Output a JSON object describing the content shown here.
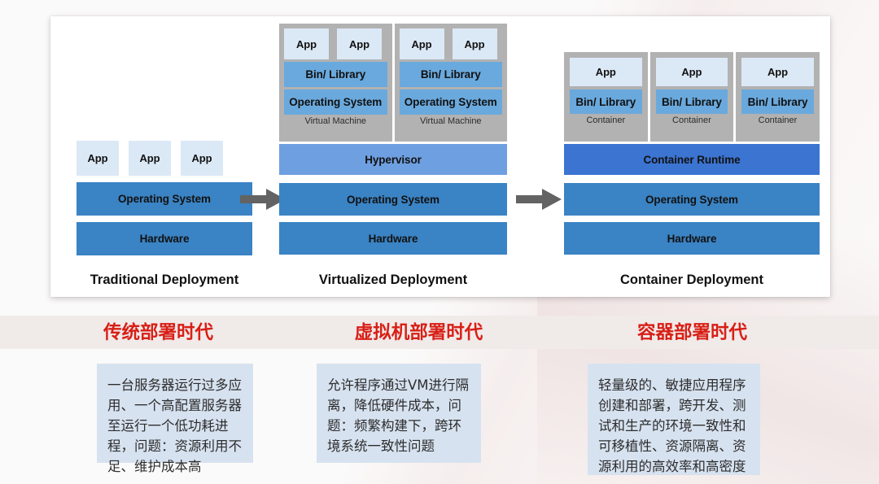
{
  "slide": {
    "background_color": "#fbfafa",
    "band_color": "#f0eae9",
    "accent_red": "#d81f16",
    "note_bg": "#d7e2f0"
  },
  "diagram": {
    "columns": [
      {
        "id": "traditional",
        "title": "Traditional Deployment",
        "apps": [
          "App",
          "App",
          "App"
        ],
        "stack": [
          {
            "label": "Operating System",
            "style": "os"
          },
          {
            "label": "Hardware",
            "style": "hw"
          }
        ]
      },
      {
        "id": "virtualized",
        "title": "Virtualized Deployment",
        "vms": [
          {
            "apps": [
              "App",
              "App"
            ],
            "bin_label": "Bin/ Library",
            "os_label": "Operating System",
            "group_label": "Virtual Machine"
          },
          {
            "apps": [
              "App",
              "App"
            ],
            "bin_label": "Bin/ Library",
            "os_label": "Operating System",
            "group_label": "Virtual Machine"
          }
        ],
        "stack": [
          {
            "label": "Hypervisor",
            "style": "hypervisor"
          },
          {
            "label": "Operating System",
            "style": "os"
          },
          {
            "label": "Hardware",
            "style": "hw"
          }
        ]
      },
      {
        "id": "container",
        "title": "Container Deployment",
        "containers": [
          {
            "app_label": "App",
            "bin_label": "Bin/ Library",
            "group_label": "Container"
          },
          {
            "app_label": "App",
            "bin_label": "Bin/ Library",
            "group_label": "Container"
          },
          {
            "app_label": "App",
            "bin_label": "Bin/ Library",
            "group_label": "Container"
          }
        ],
        "stack": [
          {
            "label": "Container Runtime",
            "style": "runtime"
          },
          {
            "label": "Operating System",
            "style": "os"
          },
          {
            "label": "Hardware",
            "style": "hw"
          }
        ]
      }
    ],
    "arrows": [
      "arrow-right",
      "arrow-right"
    ]
  },
  "sections": [
    {
      "heading": "传统部署时代",
      "note": "一台服务器运行过多应用、一个高配置服务器至运行一个低功耗进程，问题：资源利用不足、维护成本高"
    },
    {
      "heading": "虚拟机部署时代",
      "note": "允许程序通过VM进行隔离，降低硬件成本，问题：频繁构建下，跨环境系统一致性问题"
    },
    {
      "heading": "容器部署时代",
      "note": "轻量级的、敏捷应用程序创建和部署，跨开发、测试和生产的环境一致性和可移植性、资源隔离、资源利用的高效率和高密度"
    }
  ]
}
